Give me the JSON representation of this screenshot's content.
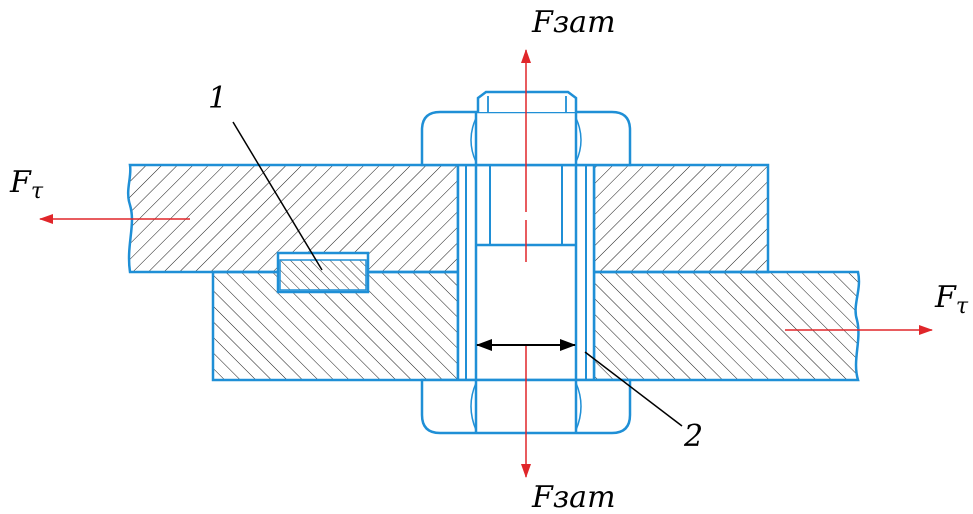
{
  "labels": {
    "force_top": "Fзат",
    "force_bottom": "Fзат",
    "force_left_main": "F",
    "force_left_sub": "τ",
    "force_right_main": "F",
    "force_right_sub": "τ",
    "callout_1": "1",
    "callout_2": "2"
  },
  "colors": {
    "outline": "#1f8fd6",
    "force_arrow": "#e0262a",
    "dim_arrow": "#000000",
    "hatch": "#1a1a1a"
  }
}
